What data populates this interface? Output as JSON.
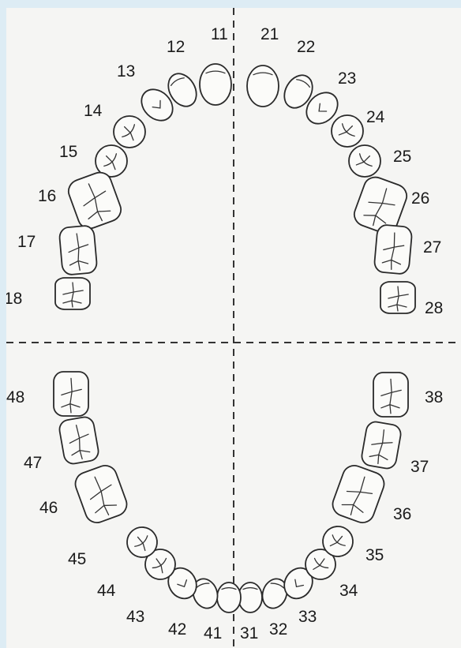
{
  "colors": {
    "background": "#ddecf4",
    "paper": "#f5f5f3",
    "ink": "#2a2a2a"
  },
  "teeth": [
    {
      "label": "11",
      "type": "incisor"
    },
    {
      "label": "12",
      "type": "incisor"
    },
    {
      "label": "13",
      "type": "canine"
    },
    {
      "label": "14",
      "type": "premolar"
    },
    {
      "label": "15",
      "type": "premolar"
    },
    {
      "label": "16",
      "type": "molar"
    },
    {
      "label": "17",
      "type": "molar"
    },
    {
      "label": "18",
      "type": "molar"
    },
    {
      "label": "21",
      "type": "incisor"
    },
    {
      "label": "22",
      "type": "incisor"
    },
    {
      "label": "23",
      "type": "canine"
    },
    {
      "label": "24",
      "type": "premolar"
    },
    {
      "label": "25",
      "type": "premolar"
    },
    {
      "label": "26",
      "type": "molar"
    },
    {
      "label": "27",
      "type": "molar"
    },
    {
      "label": "28",
      "type": "molar"
    },
    {
      "label": "31",
      "type": "incisor"
    },
    {
      "label": "32",
      "type": "incisor"
    },
    {
      "label": "33",
      "type": "canine"
    },
    {
      "label": "34",
      "type": "premolar"
    },
    {
      "label": "35",
      "type": "premolar"
    },
    {
      "label": "36",
      "type": "molar"
    },
    {
      "label": "37",
      "type": "molar"
    },
    {
      "label": "38",
      "type": "molar"
    },
    {
      "label": "41",
      "type": "incisor"
    },
    {
      "label": "42",
      "type": "incisor"
    },
    {
      "label": "43",
      "type": "canine"
    },
    {
      "label": "44",
      "type": "premolar"
    },
    {
      "label": "45",
      "type": "premolar"
    },
    {
      "label": "46",
      "type": "molar"
    },
    {
      "label": "47",
      "type": "molar"
    },
    {
      "label": "48",
      "type": "molar"
    }
  ]
}
